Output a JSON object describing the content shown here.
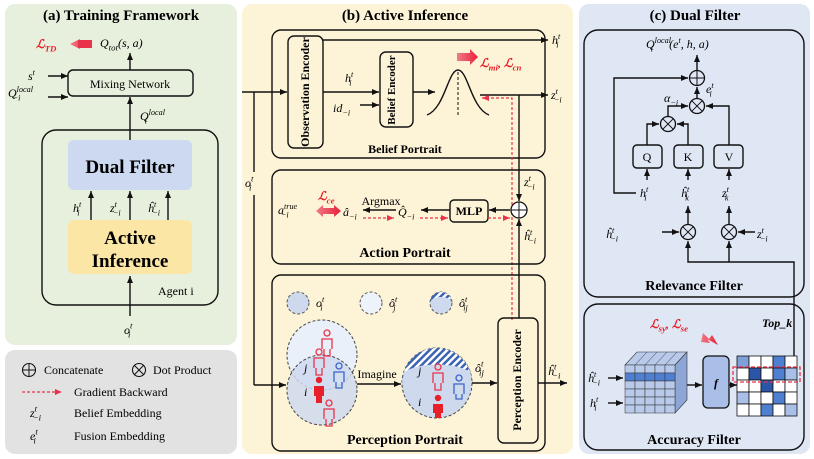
{
  "colors": {
    "panel_a": "#e7f0dd",
    "legend_bg": "#e2e2e2",
    "panel_b": "#fdf4d8",
    "panel_c": "#dfe6f4",
    "dual_filter": "#cdd9f0",
    "active_inference": "#fce6a6",
    "loss_red": "#e8202a",
    "matrix_dark": "#2b55a6",
    "matrix_mid": "#4f7fd0",
    "matrix_light": "#a9bfe8"
  },
  "panel_a": {
    "title": "(a) Training Framework",
    "loss_td": {
      "b": "ℒ",
      "sub": "TD"
    },
    "q_tot": {
      "b": "Q",
      "sub": "tot",
      "tail": "(s, a)"
    },
    "mixing_network": "Mixing Network",
    "s_t": {
      "b": "s",
      "sup": "t"
    },
    "q_local_minus_i": {
      "b": "Q",
      "sup": "local",
      "sub": "−i"
    },
    "q_local_i": {
      "b": "Q",
      "sup": "local",
      "sub": "i"
    },
    "dual_filter": "Dual Filter",
    "h_i": {
      "b": "h",
      "sup": "t",
      "sub": "i"
    },
    "z_minus_i": {
      "b": "z",
      "sup": "t",
      "sub": "−i"
    },
    "hhat_minus_i": {
      "b": "ĥ",
      "sup": "t",
      "sub": "−i"
    },
    "active_inference_line1": "Active",
    "active_inference_line2": "Inference",
    "agent_label": "Agent i",
    "o_i": {
      "b": "o",
      "sup": "t",
      "sub": "i"
    }
  },
  "legend": {
    "concatenate": "Concatenate",
    "dot_product": "Dot Product",
    "gradient_backward": "Gradient Backward",
    "z_symbol": {
      "b": "z",
      "sup": "t",
      "sub": "−i"
    },
    "belief_embedding": "Belief Embedding",
    "e_symbol": {
      "b": "e",
      "sup": "t",
      "sub": "i"
    },
    "fusion_embedding": "Fusion Embedding"
  },
  "panel_b": {
    "title": "(b) Active Inference",
    "o_i": {
      "b": "o",
      "sup": "t",
      "sub": "i"
    },
    "observation_encoder": "Observation Encoder",
    "belief_encoder": "Belief Encoder",
    "h_i": {
      "b": "h",
      "sup": "t",
      "sub": "i"
    },
    "h_i_out": {
      "b": "h",
      "sup": "t",
      "sub": "i"
    },
    "id_minus_i": {
      "b": "id",
      "sub": "−i"
    },
    "loss_mi_cn": {
      "b": "ℒ",
      "sub": "mi",
      "tail": ", ℒ",
      "sub2": "cn"
    },
    "z_out": {
      "b": "z",
      "sup": "t",
      "sub": "−i"
    },
    "belief_portrait": "Belief Portrait",
    "z_in": {
      "b": "z",
      "sup": "t",
      "sub": "−i"
    },
    "hhat_in": {
      "b": "ĥ",
      "sup": "t",
      "sub": "−i"
    },
    "mlp": "MLP",
    "q_hat": {
      "b": "Q̂",
      "sub": "−i"
    },
    "argmax": "Argmax",
    "a_hat": {
      "b": "â",
      "sub": "−i"
    },
    "loss_ce": {
      "b": "ℒ",
      "sub": "ce"
    },
    "a_true": {
      "b": "a",
      "sup": "true",
      "sub": "−i"
    },
    "action_portrait": "Action Portrait",
    "legend_o_i": {
      "b": "o",
      "sup": "t",
      "sub": "i"
    },
    "legend_o_j": {
      "b": "ô",
      "sup": "t",
      "sub": "j"
    },
    "legend_o_ij": {
      "b": "ô",
      "sup": "t",
      "sub": "ij"
    },
    "label_j": "j",
    "label_i": "i",
    "imagine": "Imagine",
    "o_ij_out": {
      "b": "ô",
      "sup": "t",
      "sub": "ij"
    },
    "perception_encoder": "Perception Encoder",
    "hhat_out": {
      "b": "ĥ",
      "sup": "t",
      "sub": "−i"
    },
    "perception_portrait": "Perception Portrait"
  },
  "panel_c": {
    "title": "(c) Dual Filter",
    "q_local_out": {
      "b": "Q",
      "sup": "local",
      "sub": "i",
      "tail": "(e",
      "tailsup": "t",
      "tail2": ", h, a)"
    },
    "e_i": {
      "b": "e",
      "sup": "t",
      "sub": "i"
    },
    "alpha": {
      "b": "α",
      "sub": "−i"
    },
    "q_box": "Q",
    "k_box": "K",
    "v_box": "V",
    "h_i": {
      "b": "h",
      "sup": "t",
      "sub": "i"
    },
    "hhat_k": {
      "b": "ĥ",
      "sup": "t",
      "sub": "k"
    },
    "z_k": {
      "b": "z",
      "sup": "t",
      "sub": "k"
    },
    "hhat_minus_i": {
      "b": "ĥ",
      "sup": "t",
      "sub": "−i"
    },
    "z_minus_i": {
      "b": "z",
      "sup": "t",
      "sub": "−i"
    },
    "relevance_filter": "Relevance Filter",
    "loss_sy_se": {
      "b": "ℒ",
      "sub": "sy",
      "tail": ", ℒ",
      "sub2": "se"
    },
    "top_k": "Top_k",
    "acc_hhat": {
      "b": "ĥ",
      "sup": "t",
      "sub": "−i"
    },
    "acc_h": {
      "b": "h",
      "sup": "t",
      "sub": "i"
    },
    "f_box": "f",
    "accuracy_filter": "Accuracy Filter",
    "topk_matrix": [
      [
        2,
        0,
        0,
        3,
        0
      ],
      [
        0,
        4,
        0,
        3,
        1
      ],
      [
        0,
        0,
        4,
        0,
        0
      ],
      [
        1,
        0,
        0,
        3,
        0
      ],
      [
        0,
        0,
        3,
        0,
        1
      ]
    ]
  }
}
